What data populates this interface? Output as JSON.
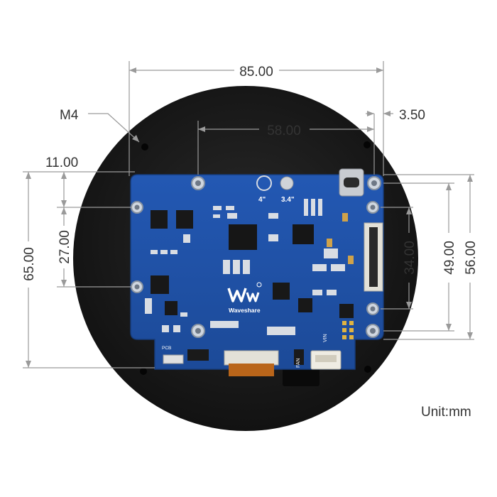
{
  "dimensions": {
    "top_width": "85.00",
    "hole_span_horizontal": "58.00",
    "right_offset": "3.50",
    "left_offset": "11.00",
    "left_overall_height": "65.00",
    "left_hole_span": "27.00",
    "right_hole_span_inner": "34.00",
    "right_hole_span_mid": "49.00",
    "right_overall_height": "56.00"
  },
  "labels": {
    "hole_thread": "M4",
    "unit": "Unit:mm"
  },
  "board": {
    "brand": "Waveshare",
    "size_label_a": "4\"",
    "size_label_b": "3.4\"",
    "connector_label": "FAN",
    "pin_label": "VIN",
    "dip_label": "PCB"
  },
  "colors": {
    "pcb": "#1f4fa3",
    "pcb_dark": "#173f86",
    "display_body": "#1b1b1b",
    "dimension_lines": "#9a9a9a",
    "text": "#333333"
  }
}
